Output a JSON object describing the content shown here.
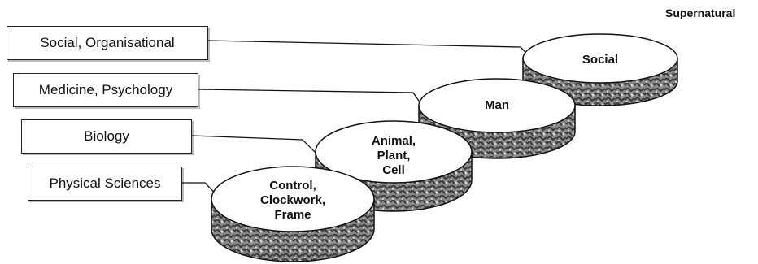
{
  "top_right_label": "Supernatural",
  "levels": [
    {
      "label": "Social, Organisational",
      "disc_lines": [
        "Social"
      ]
    },
    {
      "label": "Medicine, Psychology",
      "disc_lines": [
        "Man"
      ]
    },
    {
      "label": "Biology",
      "disc_lines": [
        "Animal,",
        "Plant,",
        "Cell"
      ]
    },
    {
      "label": "Physical Sciences",
      "disc_lines": [
        "Control,",
        "Clockwork,",
        "Frame"
      ]
    }
  ]
}
